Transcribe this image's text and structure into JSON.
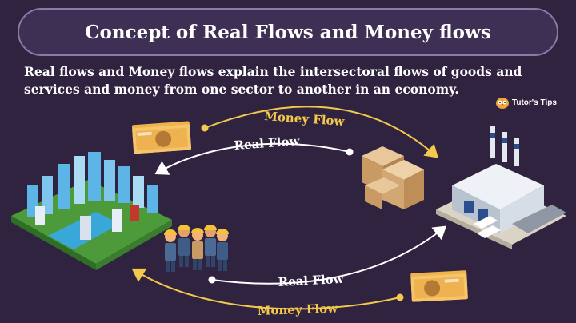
{
  "header": {
    "title": "Concept of Real Flows and Money flows"
  },
  "description": "Real flows and Money flows explain the intersectoral flows of goods and services and money from one sector to another in an economy.",
  "logo": {
    "text": "Tutor's Tips"
  },
  "diagram": {
    "top_money_flow": "Money Flow",
    "top_real_flow": "Real Flow",
    "bottom_real_flow": "Real Flow",
    "bottom_money_flow": "Money Flow"
  },
  "colors": {
    "background": "#2f2340",
    "money_arrow": "#f2c94c",
    "real_arrow": "#ffffff",
    "money_label": "#f2c94c",
    "real_label": "#ffffff"
  }
}
